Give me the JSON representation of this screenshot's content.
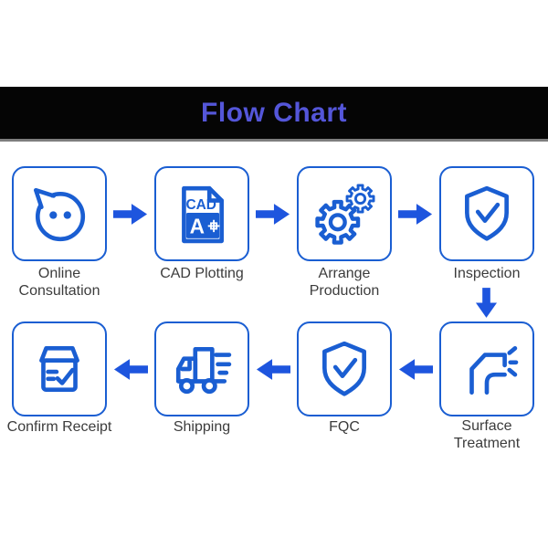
{
  "header": {
    "title": "Flow Chart"
  },
  "colors": {
    "icon_blue": "#1A5ED2",
    "arrow_blue": "#1E55DE",
    "title_color": "#5456D9",
    "header_bg": "#050505",
    "label_color": "#3C3C3C"
  },
  "steps": [
    {
      "label": "Online Consultation",
      "icon": "chat-icon"
    },
    {
      "label": "CAD Plotting",
      "icon": "cad-file-icon",
      "icon_text_top": "CAD",
      "icon_text_letter": "A"
    },
    {
      "label": "Arrange Production",
      "icon": "gears-icon"
    },
    {
      "label": "Inspection",
      "icon": "shield-check-icon"
    },
    {
      "label": "Surface Treatment",
      "icon": "surface-treatment-icon"
    },
    {
      "label": "FQC",
      "icon": "shield-check-icon"
    },
    {
      "label": "Shipping",
      "icon": "truck-icon"
    },
    {
      "label": "Confirm Receipt",
      "icon": "package-check-icon"
    }
  ]
}
